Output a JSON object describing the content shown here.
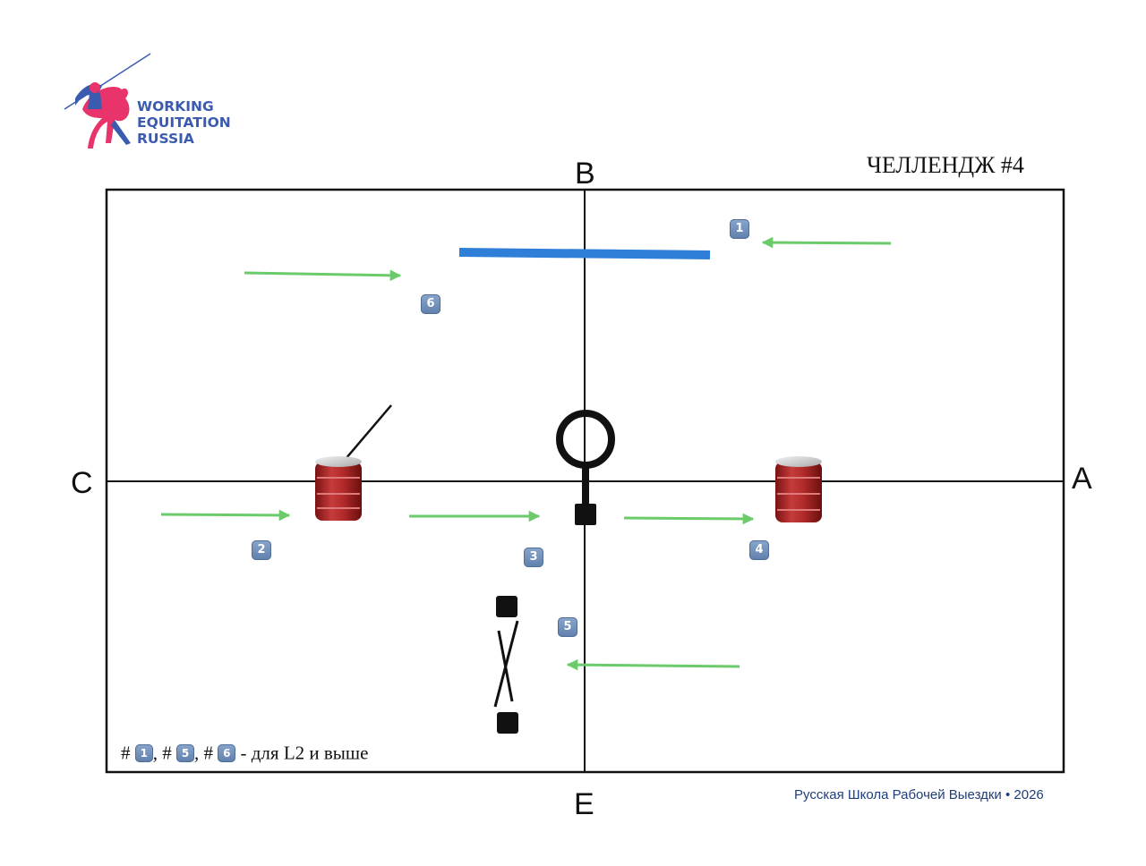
{
  "logo": {
    "line1": "WORKING",
    "line2": "EQUITATION",
    "line3": "RUSSIA"
  },
  "title": "ЧЕЛЛЕНДЖ #4",
  "letters": {
    "top": "B",
    "bottom": "E",
    "left": "C",
    "right": "A"
  },
  "badges": [
    "1",
    "2",
    "3",
    "4",
    "5",
    "6"
  ],
  "note": {
    "prefix": "#",
    "sep": ",",
    "b1": "1",
    "b5": "5",
    "b6": "6",
    "suffix": "- для L2 и выше"
  },
  "footer": "Русская Школа Рабочей Выездки • 2026",
  "colors": {
    "arrow": "#6bcb6b",
    "pole": "#2f7fd8",
    "barrel": "#b22a2a",
    "logo_blue": "#3a5bb0",
    "logo_pink": "#e8336b",
    "badge": "#7393bf"
  }
}
